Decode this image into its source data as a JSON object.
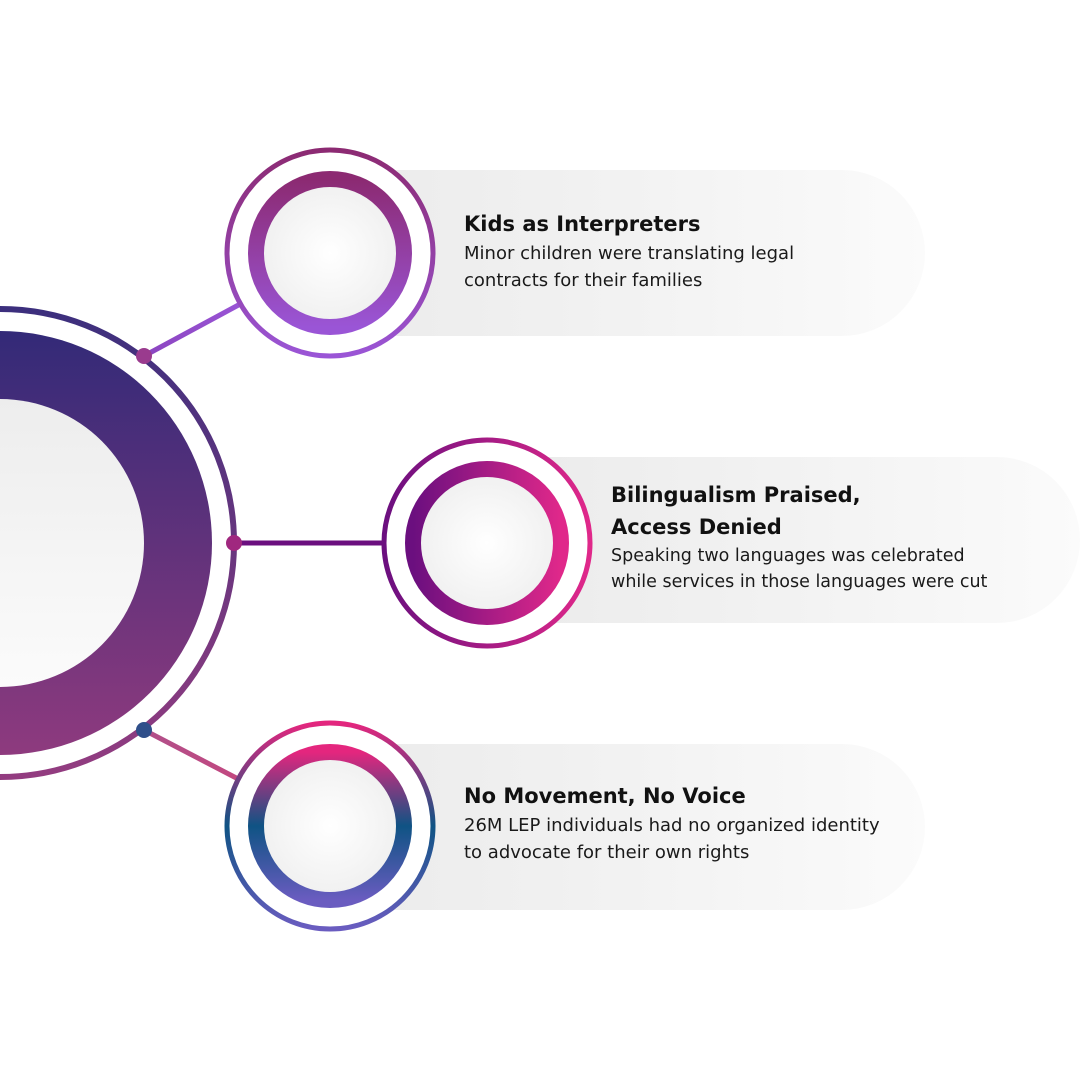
{
  "items": [
    {
      "title": "Kids as Interpreters",
      "description_lines": [
        "Minor children were translating legal",
        "contracts for their families"
      ],
      "colors": [
        "#8c2a72",
        "#9a55d6"
      ]
    },
    {
      "title_lines": [
        "Bilingualism Praised,",
        "Access Denied"
      ],
      "description_lines": [
        "Speaking two languages was celebrated",
        "while services in those languages were cut"
      ],
      "colors": [
        "#6b0f7f",
        "#e0288a"
      ]
    },
    {
      "title": "No Movement, No Voice",
      "description_lines": [
        "26M LEP individuals had no organized identity",
        "to advocate for their own rights"
      ],
      "colors": [
        "#e4267e",
        "#0f5384",
        "#6a5cc0"
      ]
    }
  ],
  "hub_colors": [
    "#332a78",
    "#8e3a7e"
  ]
}
